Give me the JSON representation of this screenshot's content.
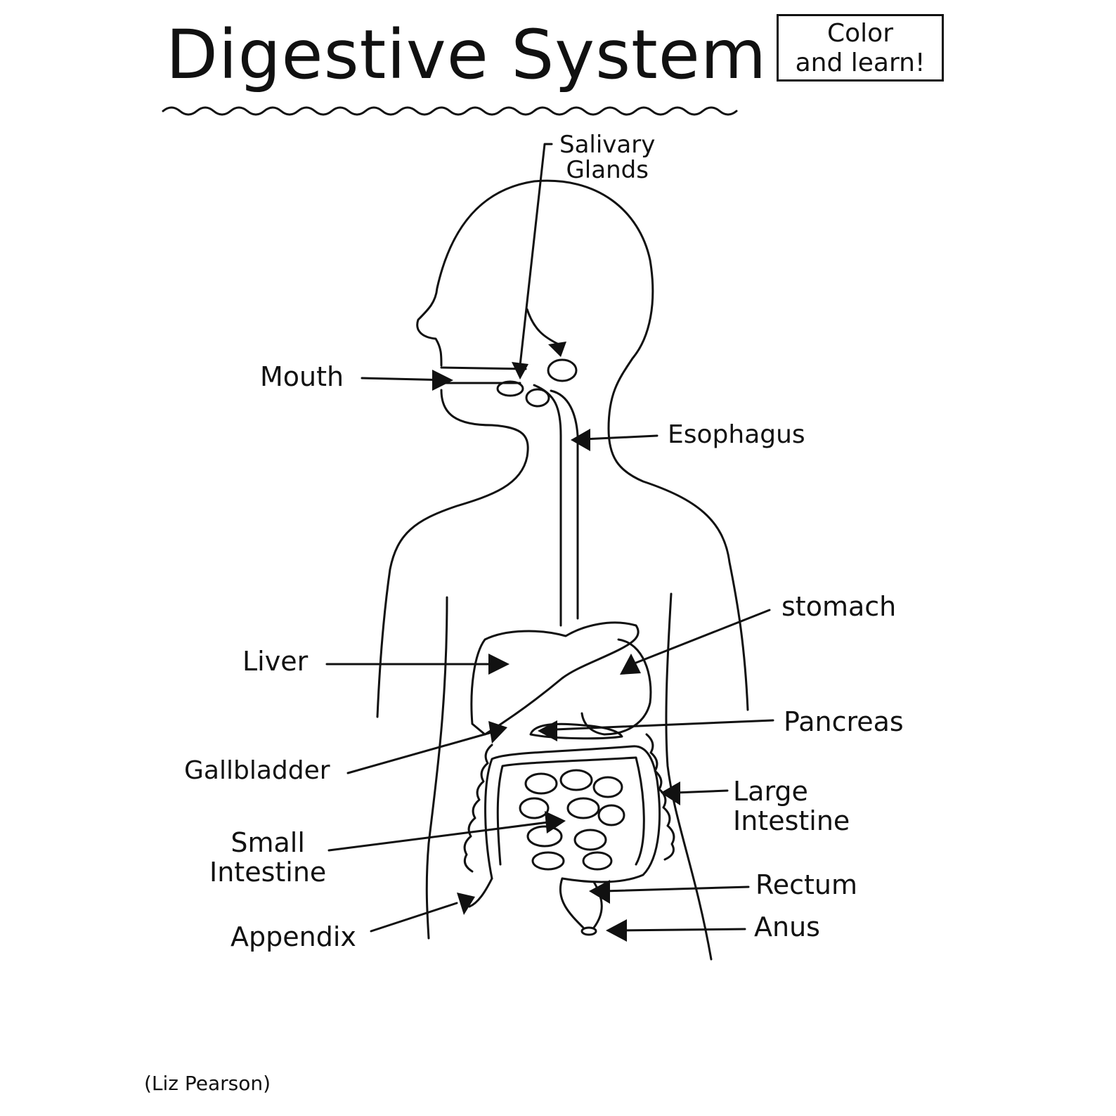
{
  "title": "Digestive System",
  "tag": {
    "line1": "Color",
    "line2": "and learn!"
  },
  "labels": {
    "salivary_glands": {
      "line1": "Salivary",
      "line2": "Glands"
    },
    "mouth": "Mouth",
    "esophagus": "Esophagus",
    "stomach": "stomach",
    "liver": "Liver",
    "pancreas": "Pancreas",
    "gallbladder": "Gallbladder",
    "large_intestine": {
      "line1": "Large",
      "line2": "Intestine"
    },
    "small_intestine": {
      "line1": "Small",
      "line2": "Intestine"
    },
    "rectum": "Rectum",
    "appendix": "Appendix",
    "anus": "Anus"
  },
  "credit": "(Liz Pearson)"
}
